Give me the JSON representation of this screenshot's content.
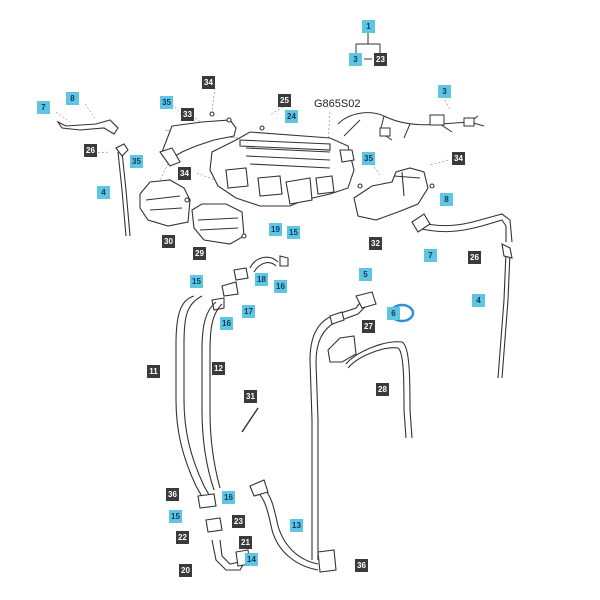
{
  "diagram": {
    "code_label": "G865S02",
    "colors": {
      "blue_tag": "#5ec6e0",
      "dark_tag": "#3a3a3a",
      "highlight": "#2f8fd6",
      "line": "#333333"
    },
    "callouts": {
      "c1": "1",
      "c3a": "3",
      "c23a": "23",
      "c3b": "3",
      "c7a": "7",
      "c8a": "8",
      "c26a": "26",
      "c4a": "4",
      "c35a": "35",
      "c33": "33",
      "c34a": "34",
      "c25": "25",
      "c24": "24",
      "c35b": "35",
      "c34b": "34",
      "c34c": "34",
      "c35c": "35",
      "c8b": "8",
      "c7b": "7",
      "c26b": "26",
      "c4b": "4",
      "c30": "30",
      "c29": "29",
      "c32": "32",
      "c19": "19",
      "c15a": "15",
      "c18": "18",
      "c16a": "16",
      "c15b": "15",
      "c17": "17",
      "c16b": "16",
      "c5": "5",
      "c6": "6",
      "c27": "27",
      "c28": "28",
      "c11": "11",
      "c12": "12",
      "c31": "31",
      "c36a": "36",
      "c16c": "16",
      "c15c": "15",
      "c23b": "23",
      "c22": "22",
      "c21": "21",
      "c20": "20",
      "c14": "14",
      "c13": "13",
      "c36b": "36"
    }
  }
}
